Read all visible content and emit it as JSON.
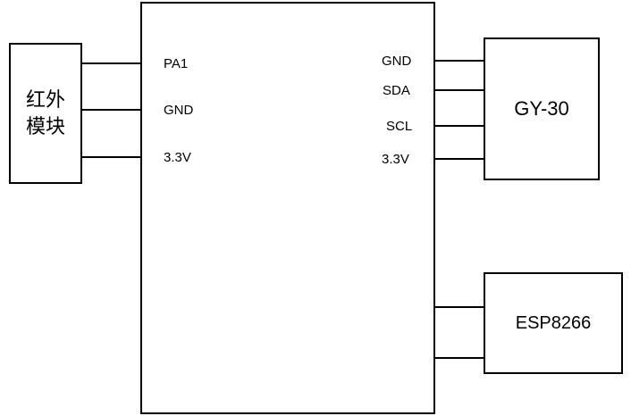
{
  "diagram": {
    "title": "",
    "boxes": [
      {
        "id": "mcu",
        "label": ""
      },
      {
        "id": "ir-module",
        "label": "红外\n模块"
      },
      {
        "id": "gy30",
        "label": "GY-30"
      },
      {
        "id": "esp8266",
        "label": "ESP8266"
      }
    ],
    "left_pins": [
      {
        "label": "PA1"
      },
      {
        "label": "GND"
      },
      {
        "label": "3.3V"
      }
    ],
    "right_pins": [
      {
        "label": "GND"
      },
      {
        "label": "SDA"
      },
      {
        "label": "SCL"
      },
      {
        "label": "3.3V"
      }
    ],
    "colors": {
      "stroke": "#000000",
      "fill": "#ffffff",
      "text": "#000000"
    }
  }
}
